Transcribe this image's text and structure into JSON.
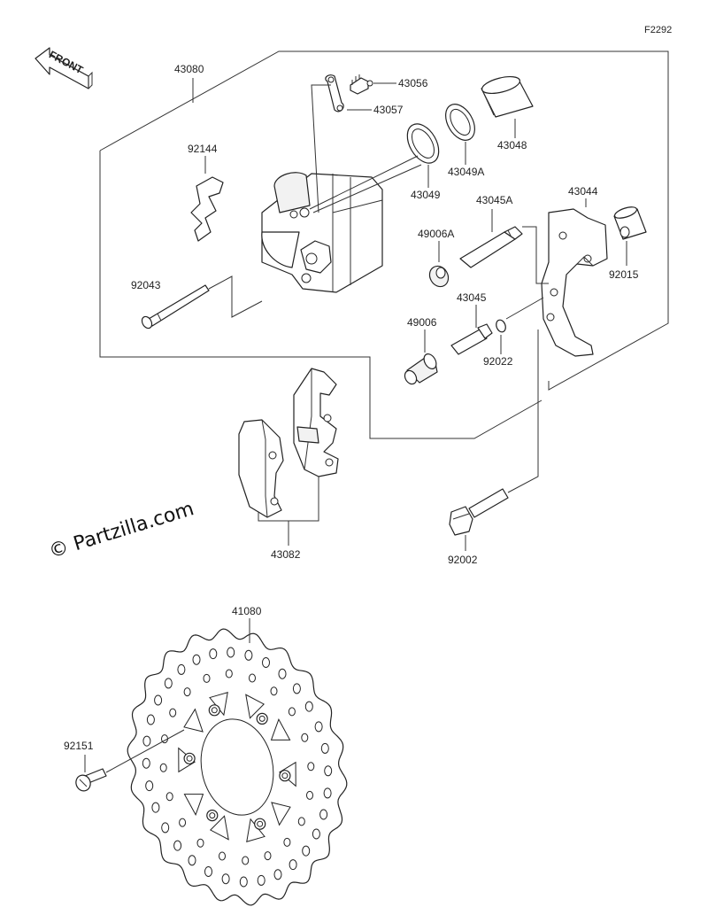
{
  "diagram": {
    "code": "F2292",
    "front_label": "FRONT",
    "watermark": "© Partzilla.com",
    "parts": {
      "p43080": "43080",
      "p43056": "43056",
      "p43057": "43057",
      "p43048": "43048",
      "p43049a": "43049A",
      "p43049": "43049",
      "p92144": "92144",
      "p43045a": "43045A",
      "p43044": "43044",
      "p49006a": "49006A",
      "p92015": "92015",
      "p92043": "92043",
      "p43045": "43045",
      "p49006": "49006",
      "p92022": "92022",
      "p43082": "43082",
      "p92002": "92002",
      "p41080": "41080",
      "p92151": "92151"
    }
  }
}
